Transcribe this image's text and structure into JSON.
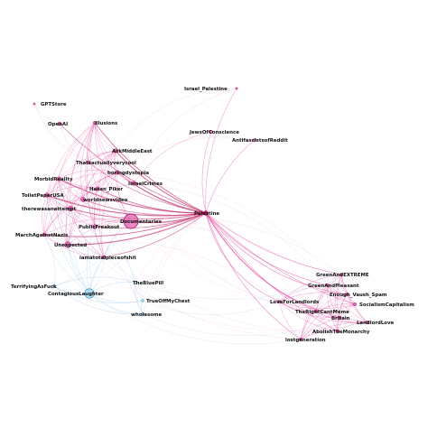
{
  "colors": {
    "edge_pink": "#e0409a",
    "edge_pink_light": "#f0a8d2",
    "edge_red": "#c0185c",
    "edge_blue": "#9cc8e8",
    "node_pink": "#e060b0",
    "node_pink_stroke": "#b02878",
    "node_blue": "#a8d8ec",
    "node_blue_stroke": "#4aa0cc"
  },
  "nodes": [
    {
      "label": "GPTStore",
      "group": "pink"
    },
    {
      "label": "Israel_Palestine",
      "group": "pink"
    },
    {
      "label": "OpenAI",
      "group": "pink"
    },
    {
      "label": "illusions",
      "group": "pink"
    },
    {
      "label": "JewsOfConscience",
      "group": "pink"
    },
    {
      "label": "AntifascistsofReddit",
      "group": "pink"
    },
    {
      "label": "AskMiddleEast",
      "group": "pink"
    },
    {
      "label": "Thatsactuallyverycool",
      "group": "pink"
    },
    {
      "label": "boringdystopia",
      "group": "pink"
    },
    {
      "label": "MorbidReality",
      "group": "pink"
    },
    {
      "label": "IsraelCrimes",
      "group": "pink"
    },
    {
      "label": "Hasan_Piker",
      "group": "pink"
    },
    {
      "label": "ToiletPaperUSA",
      "group": "pink"
    },
    {
      "label": "worldnewsvideo",
      "group": "pink"
    },
    {
      "label": "therewasanattempt",
      "group": "pink"
    },
    {
      "label": "Documentaries",
      "group": "pink"
    },
    {
      "label": "Palestine",
      "group": "red"
    },
    {
      "label": "PublicFreakout",
      "group": "pink"
    },
    {
      "label": "MarchAgainstNazis",
      "group": "pink"
    },
    {
      "label": "Unexpected",
      "group": "pink"
    },
    {
      "label": "iamatotalpieceofshit",
      "group": "pink"
    },
    {
      "label": "GreenAndEXTREME",
      "group": "pink"
    },
    {
      "label": "TheBluePill",
      "group": "blue"
    },
    {
      "label": "TerrifyingAsFuck",
      "group": "blue"
    },
    {
      "label": "GreenAndPleasant",
      "group": "pink"
    },
    {
      "label": "ContagiousLaughter",
      "group": "blue"
    },
    {
      "label": "TrueOffMyChest",
      "group": "blue"
    },
    {
      "label": "Enough_Vaush_Spam",
      "group": "pink"
    },
    {
      "label": "LoveForLandlords",
      "group": "pink"
    },
    {
      "label": "SocialismCapitalism",
      "group": "pink"
    },
    {
      "label": "TheRightCantMeme",
      "group": "pink"
    },
    {
      "label": "wholesome",
      "group": "blue"
    },
    {
      "label": "Britain",
      "group": "pink"
    },
    {
      "label": "LandlordLove",
      "group": "pink"
    },
    {
      "label": "AbolishTheMonarchy",
      "group": "pink"
    },
    {
      "label": "lostgeneration",
      "group": "pink"
    }
  ]
}
